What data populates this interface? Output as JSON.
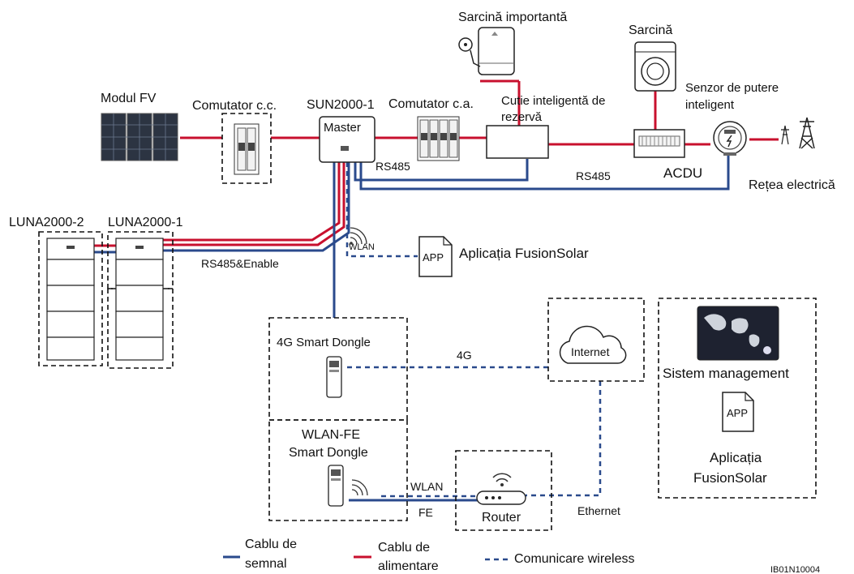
{
  "labels": {
    "pv_module": "Modul FV",
    "dc_switch": "Comutator c.c.",
    "inverter": "SUN2000-1",
    "master": "Master",
    "ac_switch": "Comutator c.a.",
    "important_load": "Sarcină importantă",
    "backup_box_line1": "Cutie inteligentă de",
    "backup_box_line2": "rezervă",
    "load": "Sarcină",
    "power_sensor_line1": "Senzor de putere",
    "power_sensor_line2": "inteligent",
    "acdu": "ACDU",
    "grid": "Rețea electrică",
    "luna2": "LUNA2000-2",
    "luna1": "LUNA2000-1",
    "rs485_enable": "RS485&Enable",
    "rs485_a": "RS485",
    "rs485_b": "RS485",
    "wlan_small": "WLAN",
    "app_fusionsolar": "Aplicația FusionSolar",
    "app_icon": "APP",
    "dongle_4g": "4G Smart Dongle",
    "label_4g": "4G",
    "internet": "Internet",
    "mgmt_system": "Sistem management",
    "app2_icon": "APP",
    "app2_line1": "Aplicația",
    "app2_line2": "FusionSolar",
    "wlanfe_line1": "WLAN-FE",
    "wlanfe_line2": "Smart Dongle",
    "wlan": "WLAN",
    "fe": "FE",
    "router": "Router",
    "ethernet": "Ethernet",
    "legend_signal_line1": "Cablu de",
    "legend_signal_line2": "semnal",
    "legend_power_line1": "Cablu de",
    "legend_power_line2": "alimentare",
    "legend_wireless": "Comunicare wireless",
    "figure_id": "IB01N10004"
  },
  "colors": {
    "power_cable": "#c8102e",
    "signal_cable": "#2a4a8c"
  },
  "icons": {
    "pv": "solar-panel-icon",
    "switch": "breaker-icon",
    "inverter": "inverter-icon",
    "heater": "water-heater-icon",
    "washer": "washing-machine-icon",
    "meter": "power-meter-icon",
    "pylon": "transmission-tower-icon",
    "battery": "battery-module-icon",
    "cloud": "cloud-icon",
    "router": "router-icon",
    "dongle": "dongle-icon",
    "wifi": "wifi-icon",
    "app": "app-document-icon",
    "monitor": "monitor-map-icon"
  }
}
